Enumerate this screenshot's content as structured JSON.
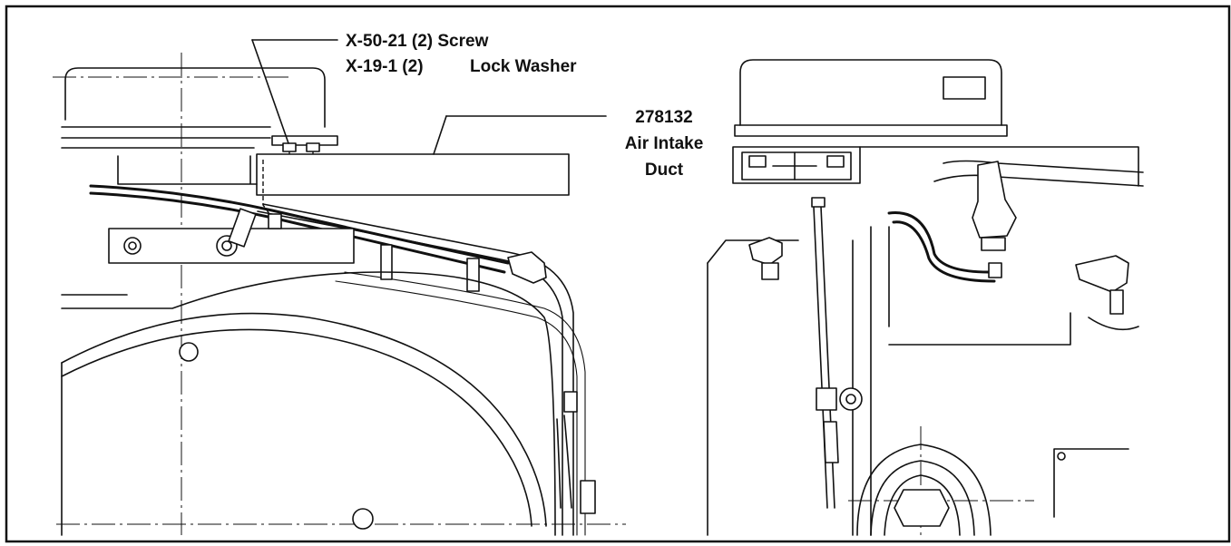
{
  "callouts": {
    "screw": "X-50-21 (2) Screw",
    "washer_part": "X-19-1 (2)",
    "washer_name": "Lock Washer",
    "duct_part": "278132",
    "duct_name_1": "Air Intake",
    "duct_name_2": "Duct"
  },
  "views": [
    "left-side-view",
    "front-view"
  ]
}
